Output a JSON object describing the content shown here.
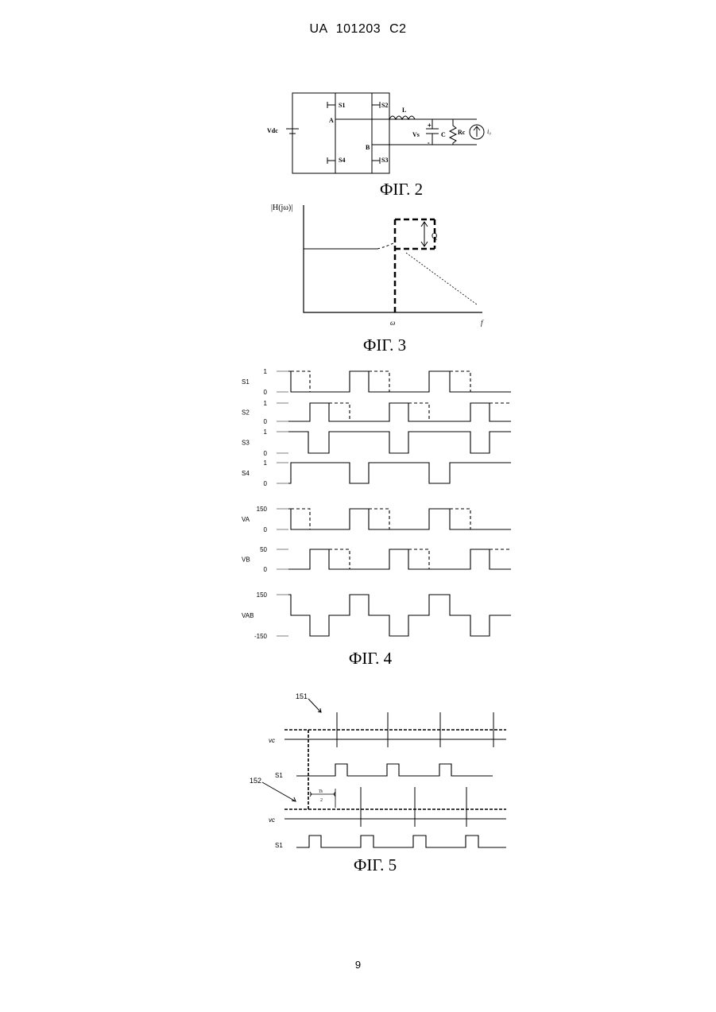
{
  "header": {
    "text": "UA   101203   C2"
  },
  "fig2": {
    "caption": "ФІГ. 2",
    "labels": {
      "vdc": "Vdc",
      "s1": "S1",
      "s2": "S2",
      "s3": "S3",
      "s4": "S4",
      "a": "A",
      "b": "B",
      "l": "L",
      "vs": "Vs",
      "c": "C",
      "rc": "Rc",
      "plus": "+",
      "minus": "-",
      "io": "i₀"
    }
  },
  "fig3": {
    "caption": "ФІГ. 3",
    "labels": {
      "ylabel": "|H(jω)|",
      "q": "Q",
      "omega": "ω",
      "f": "f"
    }
  },
  "fig4": {
    "caption": "ФІГ. 4",
    "signals": [
      {
        "name": "S1",
        "hi": "1",
        "lo": "0"
      },
      {
        "name": "S2",
        "hi": "1",
        "lo": "0"
      },
      {
        "name": "S3",
        "hi": "1",
        "lo": "0"
      },
      {
        "name": "S4",
        "hi": "1",
        "lo": "0"
      },
      {
        "name": "VA",
        "hi": "150",
        "lo": "0"
      },
      {
        "name": "VB",
        "hi": "50",
        "lo": "0"
      },
      {
        "name": "VAB",
        "hi": "150",
        "lo": "-150"
      }
    ]
  },
  "fig5": {
    "caption": "ФІГ. 5",
    "labels": {
      "l151": "151",
      "l152": "152",
      "vc1": "vc",
      "vc2": "vc",
      "s1a": "S1",
      "s1b": "S1",
      "ts_num": "Ts",
      "ts_den": "2"
    }
  },
  "page": {
    "number": "9"
  }
}
